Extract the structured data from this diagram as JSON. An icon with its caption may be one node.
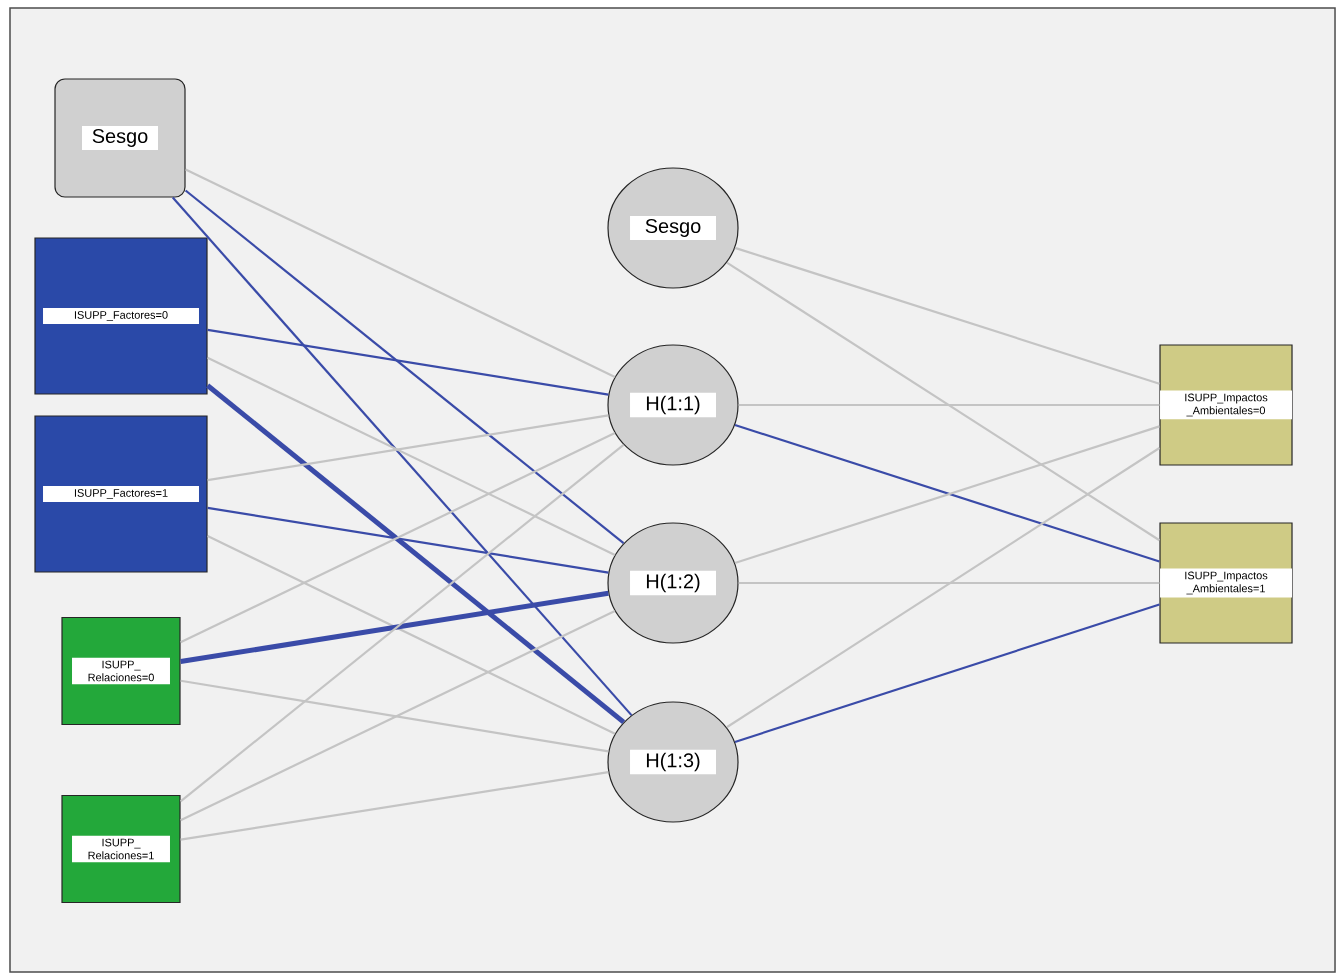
{
  "diagram": {
    "nodes": [
      {
        "text": [
          "Sesgo"
        ]
      },
      {
        "text": [
          "ISUPP_Factores=0"
        ]
      },
      {
        "text": [
          "ISUPP_Factores=1"
        ]
      },
      {
        "text": [
          "ISUPP_ Relaciones=0"
        ]
      },
      {
        "text": [
          "ISUPP_ Relaciones=1"
        ]
      },
      {
        "text": [
          "Sesgo"
        ]
      },
      {
        "text": [
          "H(1:1)"
        ]
      },
      {
        "text": [
          "H(1:2)"
        ]
      },
      {
        "text": [
          "H(1:3)"
        ]
      },
      {
        "text": [
          "ISUPP_Impactos _Ambientales=0"
        ]
      },
      {
        "text": [
          "ISUPP_Impactos _Ambientales=1"
        ]
      }
    ],
    "edges": [
      {
        "from": 0,
        "to": 6,
        "arrow": "none"
      },
      {
        "from": 0,
        "to": 7,
        "arrow": "none",
        "color": "#3a4ba8"
      },
      {
        "from": 0,
        "to": 8,
        "arrow": "none",
        "color": "#3a4ba8"
      },
      {
        "from": 1,
        "to": 6,
        "arrow": "none",
        "color": "#3a4ba8"
      },
      {
        "from": 1,
        "to": 7,
        "arrow": "none"
      },
      {
        "from": 1,
        "to": 8,
        "arrow": "none",
        "style": "thick",
        "color": "#3a4ba8"
      },
      {
        "from": 2,
        "to": 6,
        "arrow": "none"
      },
      {
        "from": 2,
        "to": 7,
        "arrow": "none",
        "color": "#3a4ba8"
      },
      {
        "from": 2,
        "to": 8,
        "arrow": "none"
      },
      {
        "from": 3,
        "to": 6,
        "arrow": "none"
      },
      {
        "from": 3,
        "to": 7,
        "arrow": "none",
        "style": "thick",
        "color": "#3a4ba8"
      },
      {
        "from": 3,
        "to": 8,
        "arrow": "none"
      },
      {
        "from": 4,
        "to": 6,
        "arrow": "none"
      },
      {
        "from": 4,
        "to": 7,
        "arrow": "none"
      },
      {
        "from": 4,
        "to": 8,
        "arrow": "none"
      },
      {
        "from": 5,
        "to": 9,
        "arrow": "none"
      },
      {
        "from": 5,
        "to": 10,
        "arrow": "none"
      },
      {
        "from": 6,
        "to": 9,
        "arrow": "none"
      },
      {
        "from": 6,
        "to": 10,
        "arrow": "none",
        "color": "#3a4ba8"
      },
      {
        "from": 7,
        "to": 9,
        "arrow": "none"
      },
      {
        "from": 7,
        "to": 10,
        "arrow": "none"
      },
      {
        "from": 8,
        "to": 9,
        "arrow": "none"
      },
      {
        "from": 8,
        "to": 10,
        "arrow": "none",
        "color": "#3a4ba8"
      }
    ]
  }
}
